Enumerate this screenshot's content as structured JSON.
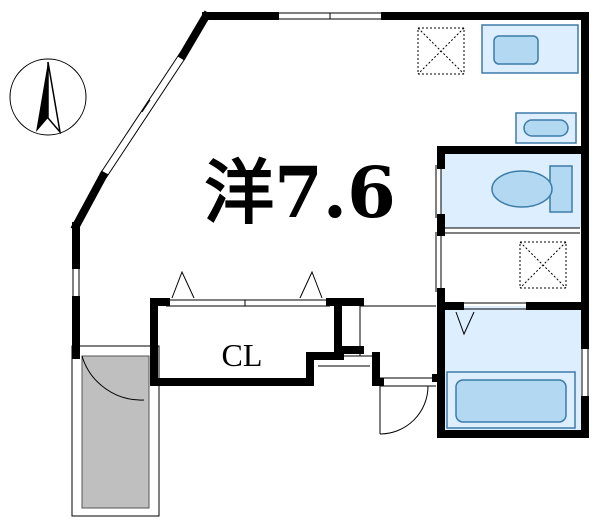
{
  "rooms": {
    "main_room_label": "洋7.6",
    "closet_label": "CL"
  },
  "north_arrow": {
    "direction": "north"
  },
  "colors": {
    "wall": "#000000",
    "wet_area": "#ddeeff",
    "fixture_fill": "#b3d9f2",
    "fixture_stroke": "#3d7ca8",
    "balcony_fill": "#bfbfbf"
  }
}
